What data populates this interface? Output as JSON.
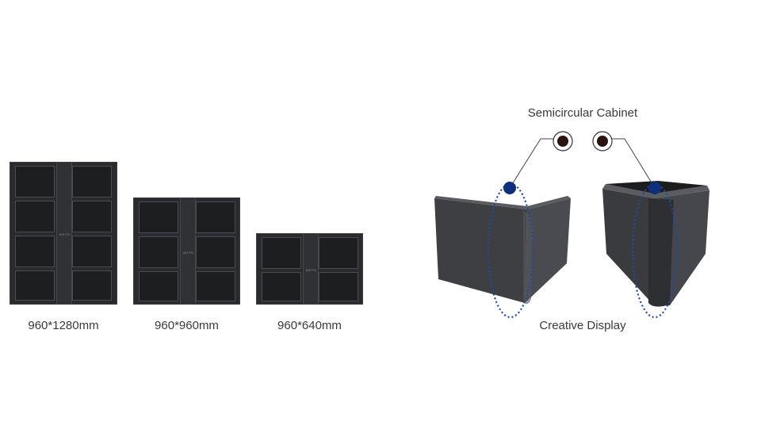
{
  "cabinets": [
    {
      "caption": "960*1280mm",
      "logo": "AOTO"
    },
    {
      "caption": "960*960mm",
      "logo": "AOTO"
    },
    {
      "caption": "960*640mm",
      "logo": "AOTO"
    }
  ],
  "creative": {
    "top_label": "Semicircular Cabinet",
    "bottom_label": "Creative Display"
  },
  "colors": {
    "cabinet": "#2a2b2e",
    "marker": "#0f2f7a",
    "callout_fill": "#2a1410",
    "dotted_outline": "#1f4aa0"
  }
}
